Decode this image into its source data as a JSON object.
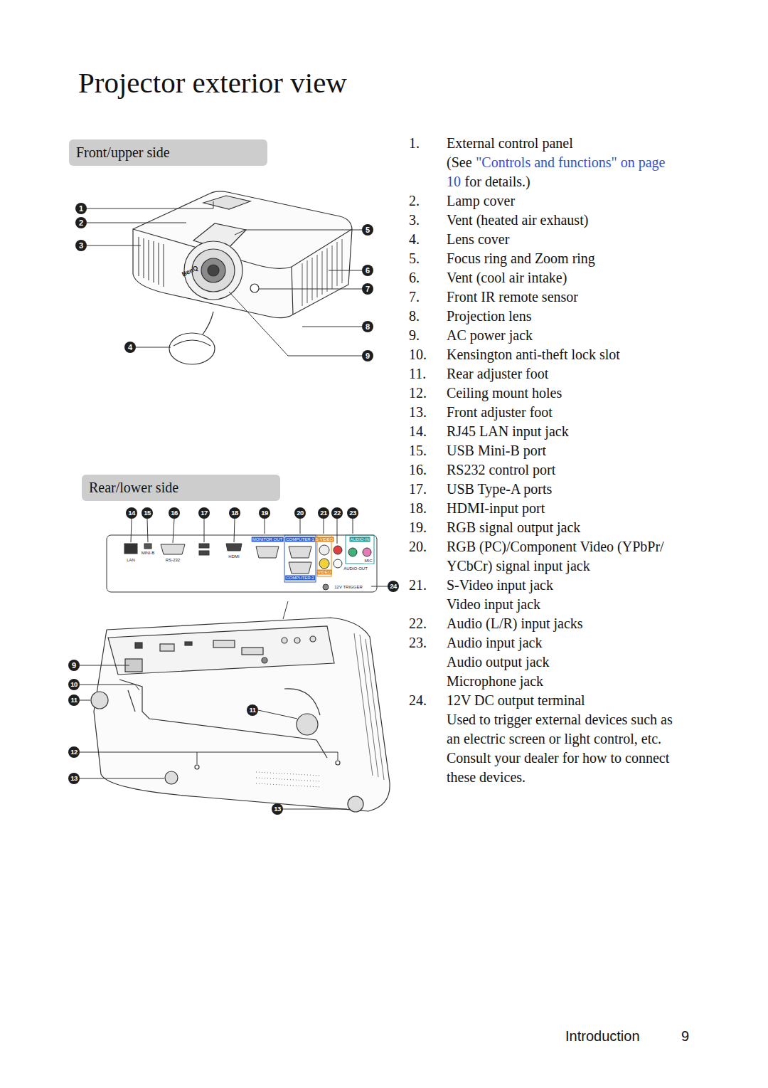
{
  "diagram": {
    "title": "Projector exterior view",
    "nodes": [
      {
        "text": [
          "Front/upper side"
        ]
      },
      {
        "text": [
          "Rear/lower side"
        ]
      }
    ],
    "labels": [
      "1",
      "2",
      "3",
      "4",
      "5",
      "6",
      "7",
      "8",
      "9",
      "14",
      "15",
      "16",
      "17",
      "18",
      "19",
      "20",
      "21",
      "22",
      "23",
      "24",
      "9",
      "10",
      "11",
      "11",
      "12",
      "13",
      "13",
      "BenQ",
      "LAN",
      "MINI-B",
      "RS-232",
      "HDMI",
      "MONITOR OUT",
      "COMPUTER-1",
      "COMPUTER-2",
      "S-VIDEO",
      "VIDEO",
      "AUDIO-IN",
      "AUDIO-OUT",
      "MIC",
      "12V TRIGGER",
      "1.",
      "External control panel",
      "(See",
      "\"Controls and functions\" on page 10",
      "for details.)",
      "2.",
      "Lamp cover",
      "3.",
      "Vent (heated air exhaust)",
      "4.",
      "Lens cover",
      "5.",
      "Focus ring and Zoom ring",
      "6.",
      "Vent (cool air intake)",
      "7.",
      "Front IR remote sensor",
      "8.",
      "Projection lens",
      "9.",
      "AC power jack",
      "10.",
      "Kensington anti-theft lock slot",
      "11.",
      "Rear adjuster foot",
      "12.",
      "Ceiling mount holes",
      "13.",
      "Front adjuster foot",
      "14.",
      "RJ45 LAN input jack",
      "15.",
      "USB Mini-B port",
      "16.",
      "RS232 control port",
      "17.",
      "USB Type-A ports",
      "18.",
      "HDMI-input port",
      "19.",
      "RGB signal output jack",
      "20.",
      "RGB (PC)/Component Video (YPbPr/ YCbCr) signal input jack",
      "21.",
      "S-Video input jack",
      "Video input jack",
      "22.",
      "Audio (L/R) input jacks",
      "23.",
      "Audio input jack",
      "Audio output jack",
      "Microphone jack",
      "24.",
      "12V DC output terminal",
      "Used to trigger external devices such as an electric screen or light control, etc. Consult your dealer for how to connect these devices.",
      "Introduction",
      "9"
    ]
  }
}
